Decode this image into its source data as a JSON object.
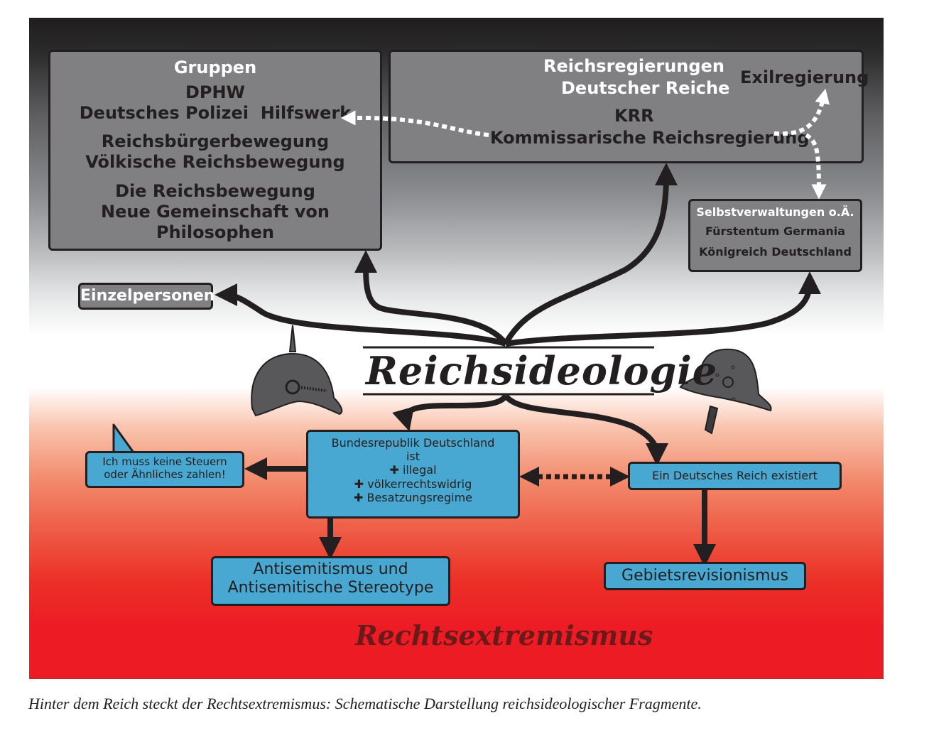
{
  "groups_box": {
    "title": "Gruppen",
    "lines": [
      "DPHW",
      "Deutsches Polizei  Hilfswerk",
      "Reichsbürgerbewegung",
      "Völkische Reichsbewegung",
      "Die Reichsbewegung",
      "Neue Gemeinschaft von Philosophen"
    ]
  },
  "governments_box": {
    "title_line1": "Reichsregierungen",
    "title_line2": "Deutscher Reiche",
    "krr": "KRR",
    "krr_full": "Kommissarische Reichsregierung",
    "exile": "Exilregierung"
  },
  "self_admin_box": {
    "title": "Selbstverwaltungen o.Ä.",
    "lines": [
      "Fürstentum Germania",
      "Königreich Deutschland"
    ]
  },
  "individuals_label": "Einzelpersonen",
  "center_title": "Reichsideologie",
  "brd_box": {
    "lines": [
      "Bundesrepublik Deutschland",
      "ist"
    ],
    "items": [
      "illegal",
      "völkerrechtswidrig",
      "Besatzungsregime"
    ],
    "bullet": "✚"
  },
  "speech_bubble": {
    "line1": "Ich muss keine Steuern",
    "line2": "oder Ähnliches zahlen!"
  },
  "reich_exists_box": "Ein Deutsches Reich existiert",
  "antisemitism_box": {
    "line1": "Antisemitismus und",
    "line2": "Antisemitische Stereotype"
  },
  "territorial_box": "Gebietsrevisionismus",
  "bottom_title": "Rechtsextremismus",
  "caption": "Hinter dem Reich steckt der Rechtsextremismus: Schematische Darstellung reichsideologischer Fragmente.",
  "colors": {
    "black": "#231f20",
    "grey_box": "#807f81",
    "blue_box": "#49a8d1",
    "red": "#ed1c24",
    "bottom_title": "#6b1a1c"
  },
  "icons": {
    "left_helmet": "pickelhaube-helmet",
    "right_helmet": "stahlhelm-helmet"
  }
}
